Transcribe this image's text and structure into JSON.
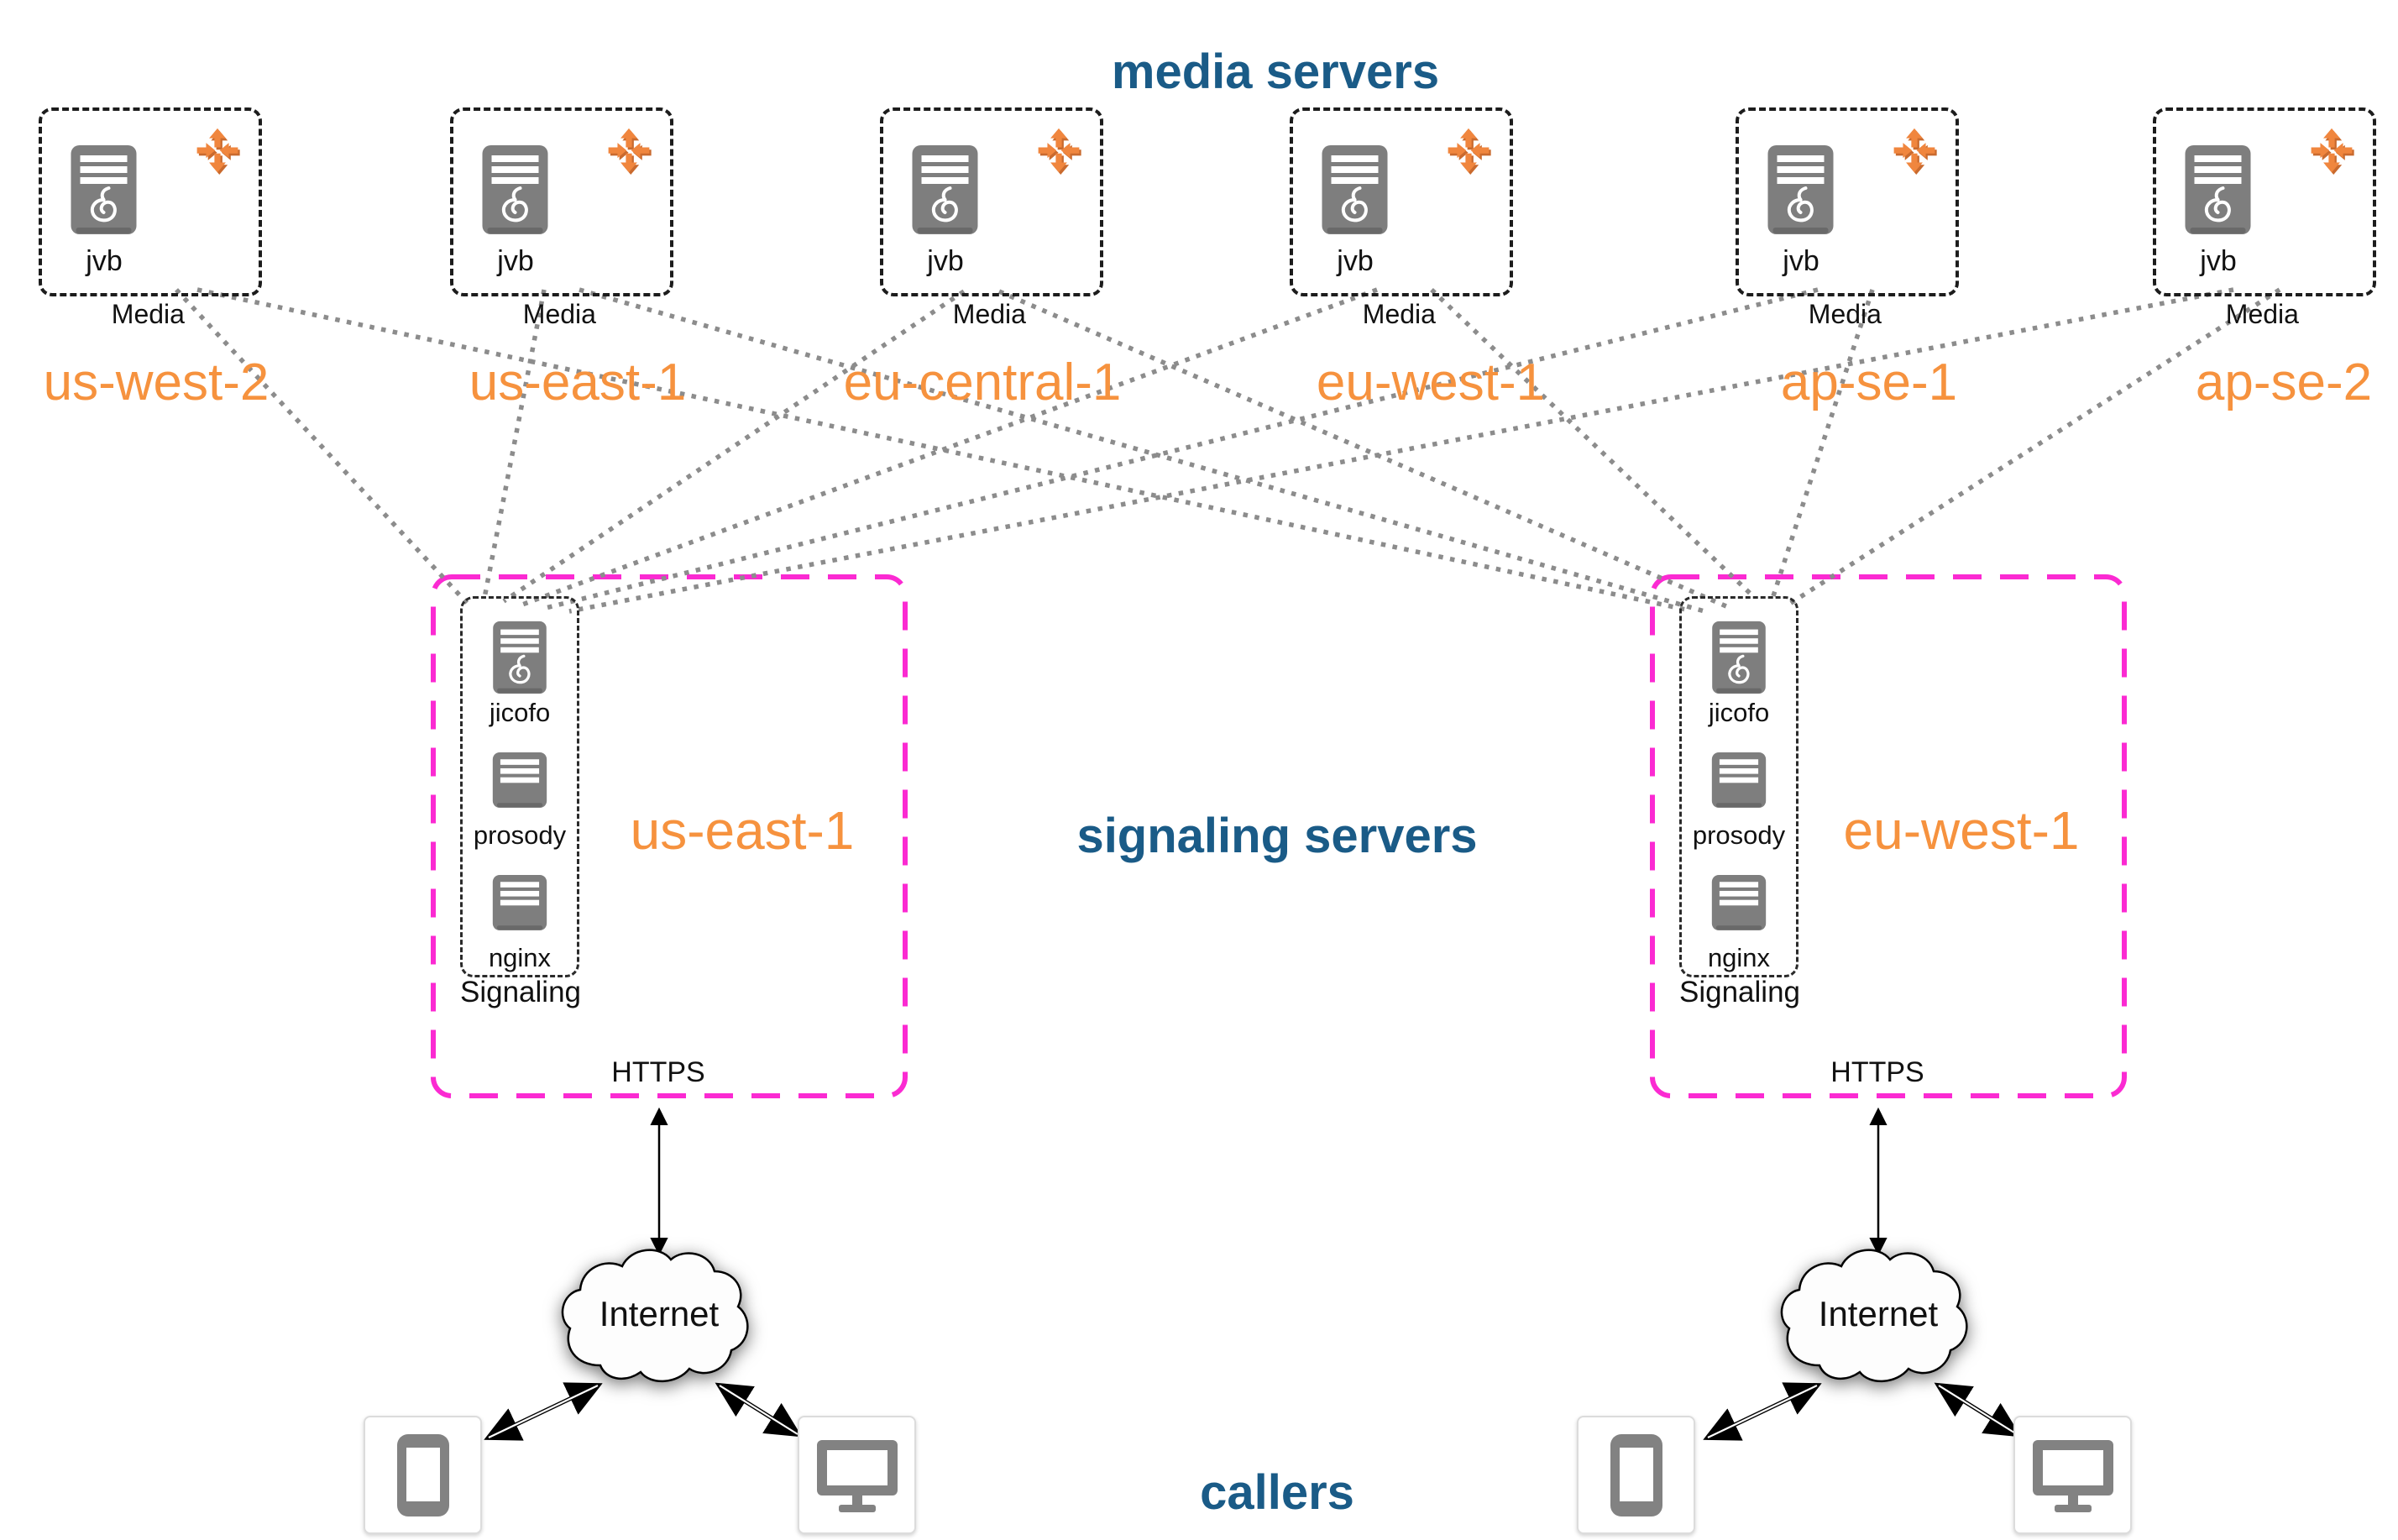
{
  "titles": {
    "media_servers": "media servers",
    "signaling_servers": "signaling servers",
    "callers": "callers"
  },
  "media_regions": [
    {
      "region": "us-west-2",
      "server_label": "jvb",
      "zone_label": "Media"
    },
    {
      "region": "us-east-1",
      "server_label": "jvb",
      "zone_label": "Media"
    },
    {
      "region": "eu-central-1",
      "server_label": "jvb",
      "zone_label": "Media"
    },
    {
      "region": "eu-west-1",
      "server_label": "jvb",
      "zone_label": "Media"
    },
    {
      "region": "ap-se-1",
      "server_label": "jvb",
      "zone_label": "Media"
    },
    {
      "region": "ap-se-2",
      "server_label": "jvb",
      "zone_label": "Media"
    }
  ],
  "signaling_regions": [
    {
      "region": "us-east-1",
      "zone_label": "Signaling",
      "protocol_label": "HTTPS",
      "cloud_label": "Internet",
      "servers": [
        "jicofo",
        "prosody",
        "nginx"
      ]
    },
    {
      "region": "eu-west-1",
      "zone_label": "Signaling",
      "protocol_label": "HTTPS",
      "cloud_label": "Internet",
      "servers": [
        "jicofo",
        "prosody",
        "nginx"
      ]
    }
  ],
  "colors": {
    "title_blue": "#1a5b87",
    "accent_orange": "#f6923e",
    "magenta_border": "#fb2ad2",
    "line_gray": "#8c8c8c",
    "server_gray": "#7e7e7e"
  }
}
